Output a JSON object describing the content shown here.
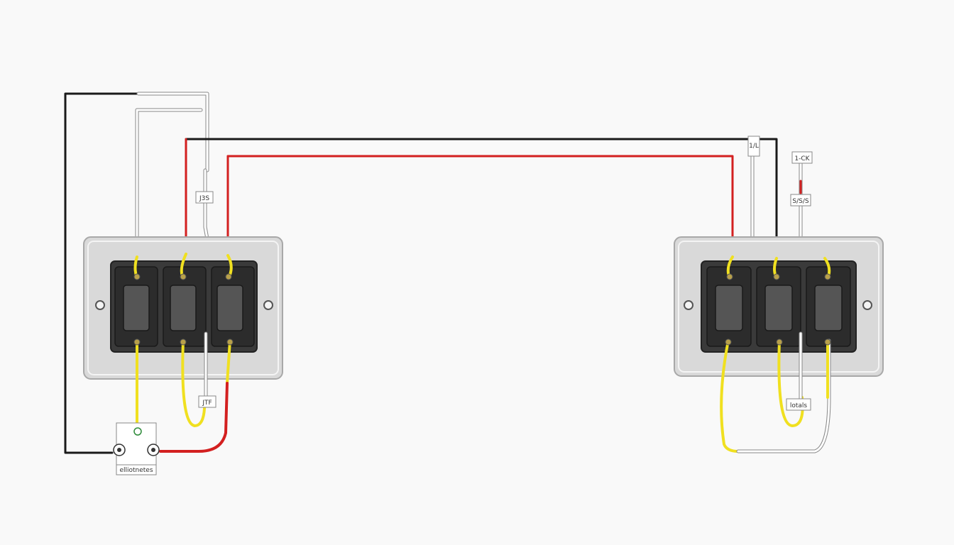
{
  "colors": {
    "background": "#f9f9f9",
    "wire_black": "#1a1a1a",
    "wire_red": "#d32020",
    "wire_white": "#ffffff",
    "wire_white_outline": "#888888",
    "wire_yellow": "#f0e020",
    "wire_green": "#2e8b3a",
    "plate": "#d9d9d9",
    "plate_border": "#a8a8a8",
    "switch_body": "#3a3a3a",
    "rocker": "#555555"
  },
  "icons": {
    "switch": "rocker-switch-icon",
    "screw": "screw-icon",
    "junction": "junction-box-icon"
  },
  "labels": {
    "junction_box": "elliotnetes",
    "left_top_tag": "J3S",
    "left_mid_tag": "JTF",
    "right_top_tag_1": "1/L",
    "right_top_tag_2": "1-CK",
    "right_top_tag_3": "S/S/S",
    "right_mid_tag": "lotals"
  }
}
